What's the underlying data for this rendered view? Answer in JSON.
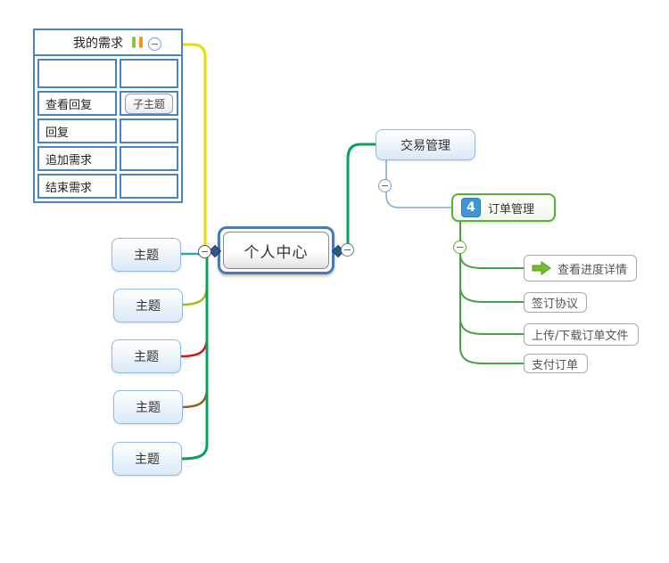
{
  "app": {
    "view": "mind-map-canvas"
  },
  "root": {
    "label": "个人中心"
  },
  "table": {
    "title": "我的需求",
    "col1": [
      "",
      "查看回复",
      "回复",
      "追加需求",
      "结束需求"
    ],
    "subtopic_label": "子主题",
    "markers": [
      "green-bar-marker",
      "orange-bar-marker"
    ]
  },
  "topics": {
    "labels": [
      "主题",
      "主题",
      "主题",
      "主题",
      "主题"
    ]
  },
  "right_branch": {
    "trade_label": "交易管理",
    "order_label": "订单管理",
    "order_badge": "4",
    "leaves": [
      "查看进度详情",
      "签订协议",
      "上传/下载订单文件",
      "支付订单"
    ],
    "leaf_icon": "green-arrow-right"
  },
  "colors": {
    "table_border": "#4a84c4",
    "blue_node_border": "#93b9e6",
    "root_border": "#4a7ab5",
    "order_border": "#55b235",
    "badge_bg": "#3e97d4",
    "marker_green": "#8cc63f",
    "marker_orange": "#f7941d",
    "arrow_green": "#72bf2a",
    "branch_yellow": "#e3de00",
    "branch_teal": "#2fa8ab",
    "branch_olive": "#a6bc0e",
    "branch_red": "#e01111",
    "branch_brown": "#9c5a20",
    "branch_green": "#0aa05f",
    "sub_branch_green": "#44a244",
    "trade_link_blue": "#7fa8d0"
  }
}
